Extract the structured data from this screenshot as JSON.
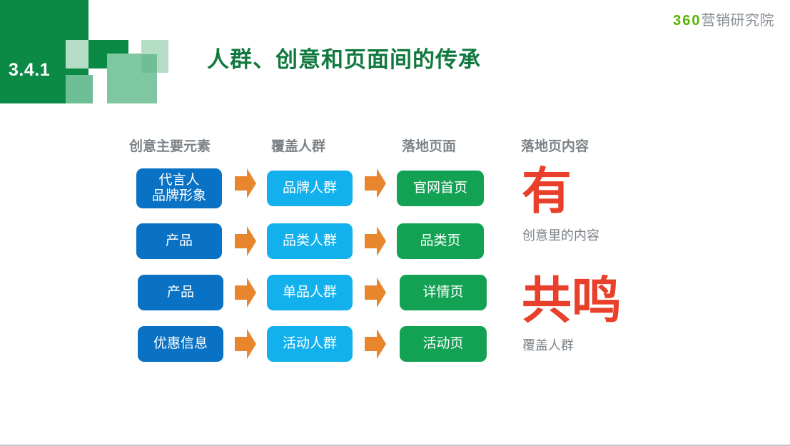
{
  "slide": {
    "number": "3.4.1",
    "title": "人群、创意和页面间的传承",
    "brand_num": "360",
    "brand_text": "营销研究院"
  },
  "colors": {
    "header_green": "#0a8a45",
    "title_green": "#11793f",
    "source_blue": "#0a72c4",
    "audience_blue": "#12b1ed",
    "page_green": "#13a254",
    "arrow_orange": "#e8862e",
    "accent_red": "#e8402a",
    "muted_gray": "#7c8287",
    "brand_green": "#56b300"
  },
  "columns": [
    {
      "label": "创意主要元素"
    },
    {
      "label": "覆盖人群"
    },
    {
      "label": "落地页面"
    },
    {
      "label": "落地页内容"
    }
  ],
  "rows": [
    {
      "source": "代言人\n品牌形象",
      "audience": "品牌人群",
      "page": "官网首页"
    },
    {
      "source": "产品",
      "audience": "品类人群",
      "page": "品类页"
    },
    {
      "source": "产品",
      "audience": "单品人群",
      "page": "详情页"
    },
    {
      "source": "优惠信息",
      "audience": "活动人群",
      "page": "活动页"
    }
  ],
  "callouts": [
    {
      "big": "有",
      "sub": "创意里的内容"
    },
    {
      "big": "共鸣",
      "sub": "覆盖人群"
    }
  ],
  "icons": {
    "arrow": "right-arrow-icon"
  }
}
